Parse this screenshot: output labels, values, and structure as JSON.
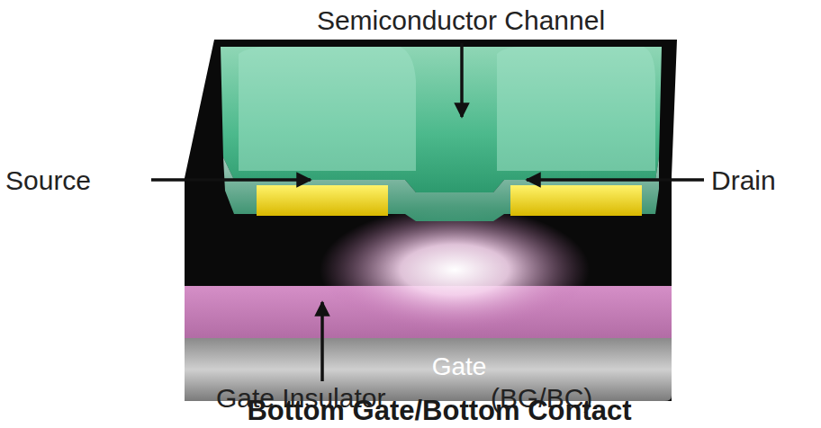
{
  "diagram": {
    "caption": "Bottom Gate/Bottom Contact",
    "nodes": [
      {
        "text": [
          "Gate"
        ]
      }
    ],
    "labels": [
      "Semiconductor Channel",
      "Source",
      "Drain",
      "Gate Insulator",
      "(BG/BC)"
    ]
  }
}
